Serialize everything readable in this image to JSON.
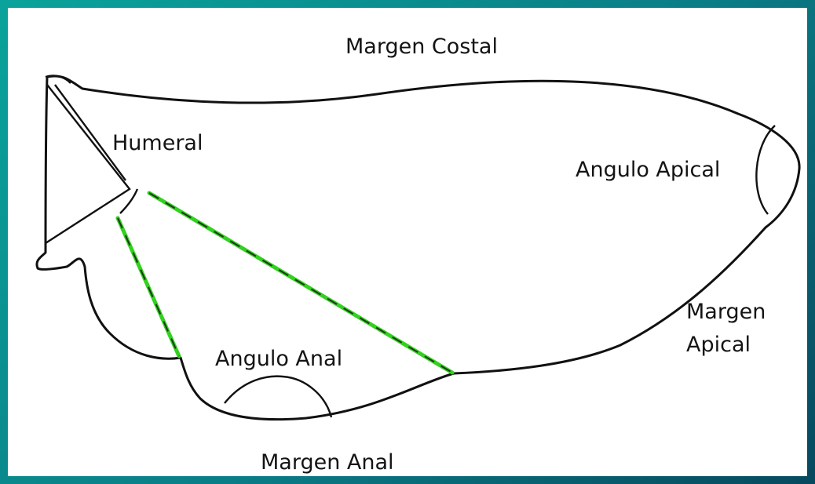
{
  "labels": {
    "costal_margin": "Margen Costal",
    "humeral": "Humeral",
    "apical_angle": "Angulo Apical",
    "apical_margin_line1": "Margen",
    "apical_margin_line2": "Apical",
    "anal_angle": "Angulo Anal",
    "anal_margin": "Margen Anal"
  },
  "colors": {
    "frame_teal": "#0aa39a",
    "frame_dark": "#07495e",
    "vein_green": "#33d11f",
    "outline": "#111111"
  }
}
